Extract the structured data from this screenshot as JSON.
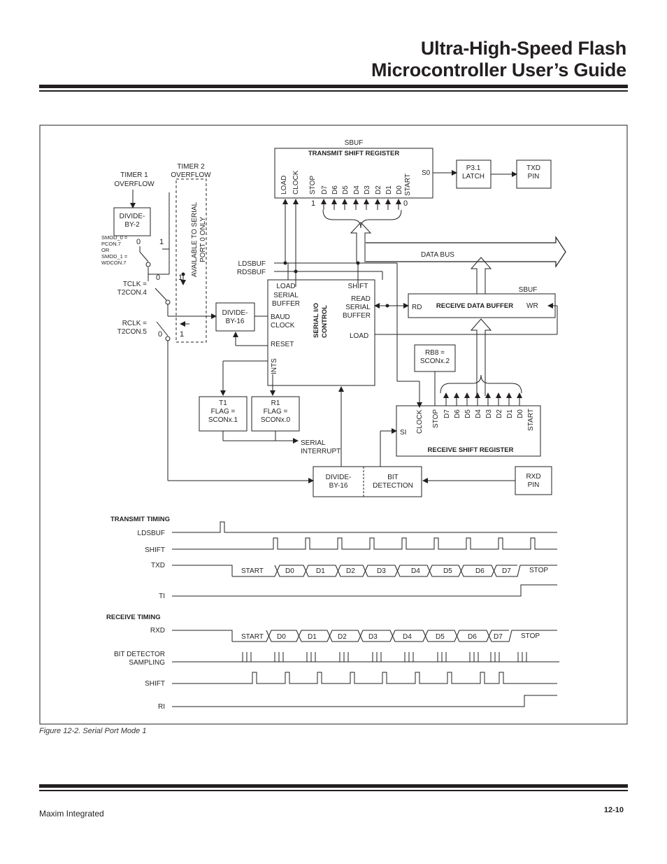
{
  "header": {
    "title_line1": "Ultra-High-Speed Flash",
    "title_line2": "Microcontroller User’s Guide"
  },
  "footer": {
    "left": "Maxim Integrated",
    "page": "12-10"
  },
  "figure": {
    "caption": "Figure 12-2. Serial Port Mode 1"
  },
  "diagram": {
    "sbuf": "SBUF",
    "transmit_register": "TRANSMIT SHIFT REGISTER",
    "load": "LOAD",
    "clock": "CLOCK",
    "stop": "STOP",
    "start": "START",
    "d7": "D7",
    "d6": "D6",
    "d5": "D5",
    "d4": "D4",
    "d3": "D3",
    "d2": "D2",
    "d1": "D1",
    "d0": "D0",
    "one": "1",
    "zero": "0",
    "s0": "S0",
    "p31_line1": "P3.1",
    "p31_line2": "LATCH",
    "txd_line1": "TXD",
    "txd_line2": "PIN",
    "timer1_line1": "TIMER 1",
    "timer1_line2": "OVERFLOW",
    "timer2_line1": "TIMER 2",
    "timer2_line2": "OVERFLOW",
    "avail_line1": "AVAILABLE TO SERIAL",
    "avail_line2": "PORT 0 ONLY",
    "divby2_line1": "DIVIDE-",
    "divby2_line2": "BY-2",
    "smod_line1": "SMOD_0 =",
    "smod_line2": "PCON.7",
    "smod_line3": "OR",
    "smod_line4": "SMOD_1 =",
    "smod_line5": "WDCON.7",
    "tclk_line1": "TCLK =",
    "tclk_line2": "T2CON.4",
    "rclk_line1": "RCLK =",
    "rclk_line2": "T2CON.5",
    "data_bus": "DATA BUS",
    "ldsbuf": "LDSBUF",
    "rdsbuf": "RDSBUF",
    "ctl_load_line1": "LOAD",
    "ctl_load_line2": "SERIAL",
    "ctl_load_line3": "BUFFER",
    "ctl_shift": "SHIFT",
    "ctl_read_line1": "READ",
    "ctl_read_line2": "SERIAL",
    "ctl_read_line3": "BUFFER",
    "ctl_baud_line1": "BAUD",
    "ctl_baud_line2": "CLOCK",
    "ctl_load2": "LOAD",
    "ctl_reset": "RESET",
    "ctl_ints": "INTS",
    "ctl_name_line1": "SERIAL I/O",
    "ctl_name_line2": "CONTROL",
    "div16_line1": "DIVIDE-",
    "div16_line2": "BY-16",
    "rd": "RD",
    "wr": "WR",
    "receive_buffer": "RECEIVE DATA BUFFER",
    "rb8_line1": "RB8 =",
    "rb8_line2": "SCONx.2",
    "t1_line1": "T1",
    "t1_line2": "FLAG =",
    "t1_line3": "SCONx.1",
    "r1_line1": "R1",
    "r1_line2": "FLAG =",
    "r1_line3": "SCONx.0",
    "serial_int_line1": "SERIAL",
    "serial_int_line2": "INTERRUPT",
    "si": "SI",
    "receive_register": "RECEIVE SHIFT REGISTER",
    "bitdet_line1": "BIT",
    "bitdet_line2": "DETECTION",
    "rxd_line1": "RXD",
    "rxd_line2": "PIN"
  },
  "timing": {
    "transmit_title": "TRANSMIT TIMING",
    "receive_title": "RECEIVE TIMING",
    "ldsbuf": "LDSBUF",
    "shift": "SHIFT",
    "txd": "TXD",
    "ti": "TI",
    "rxd": "RXD",
    "bitdet_line1": "BIT DETECTOR",
    "bitdet_line2": "SAMPLING",
    "shift2": "SHIFT",
    "ri": "RI",
    "start": "START",
    "stop": "STOP",
    "d0": "D0",
    "d1": "D1",
    "d2": "D2",
    "d3": "D3",
    "d4": "D4",
    "d5": "D5",
    "d6": "D6",
    "d7": "D7"
  }
}
